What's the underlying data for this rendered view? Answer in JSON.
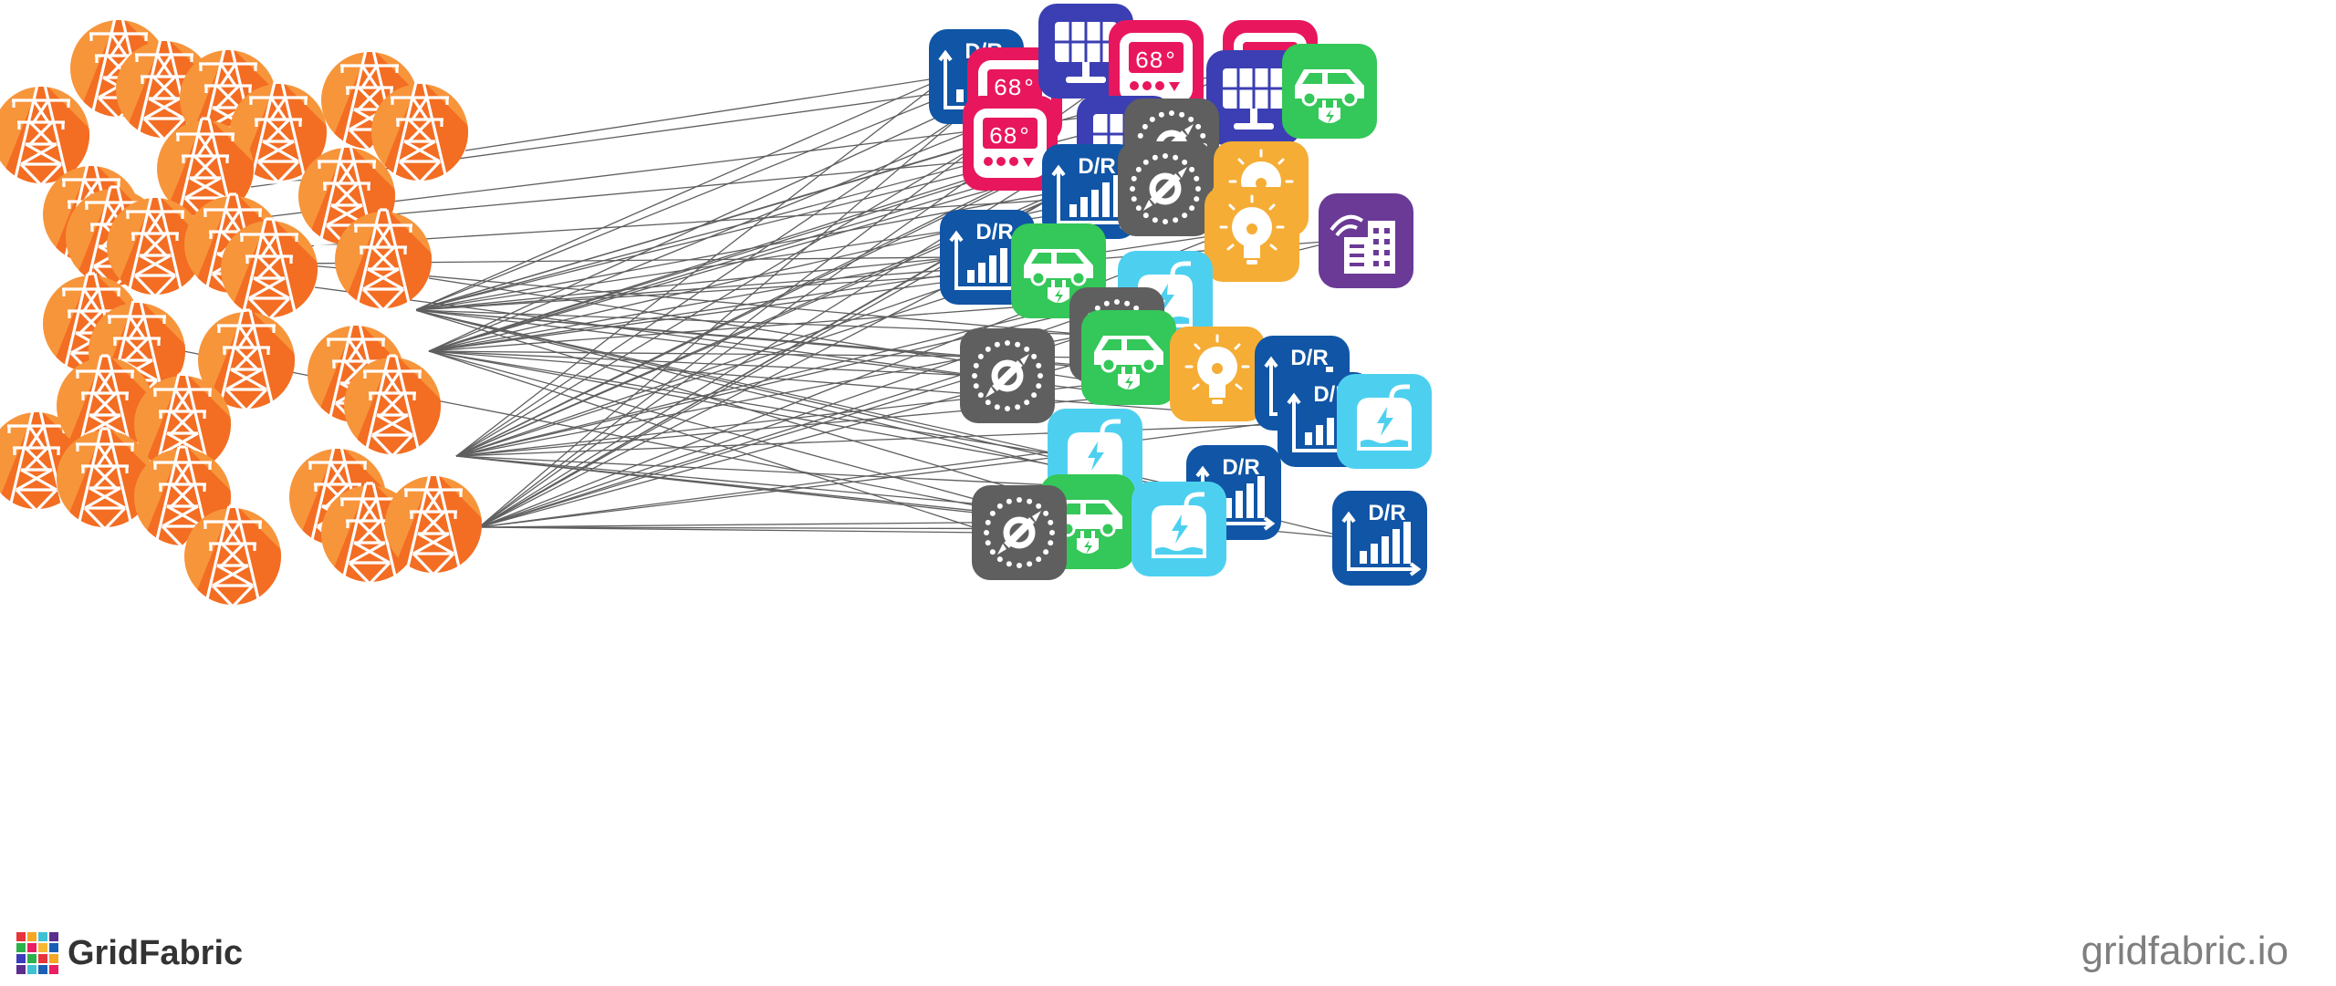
{
  "brand": {
    "name": "GridFabric",
    "logo_colors": [
      "#e6343a",
      "#f5a623",
      "#3ec1d3",
      "#5b2d8e",
      "#2bb24c",
      "#e91e63",
      "#f7b733",
      "#1a5fb4",
      "#3c3cbc",
      "#2bb24c",
      "#e6343a",
      "#f5a623",
      "#5b2d8e",
      "#3ec1d3",
      "#1a5fb4",
      "#e91e63"
    ]
  },
  "site_url": "gridfabric.io",
  "colors": {
    "tower_orange": "#f26a22",
    "tower_orange_light": "#f7953b",
    "dr_blue": "#1055a6",
    "thermostat_pink": "#e8175d",
    "solar_indigo": "#3b3fb3",
    "ev_green": "#34c759",
    "meter_gray": "#5f5f5f",
    "bulb_yellow": "#f5ad35",
    "storage_cyan": "#4dd0f0",
    "building_purple": "#6a3a96",
    "wire_gray": "#444444"
  },
  "icons": {
    "tower": "transmission-tower-icon",
    "dr": "demand-response-chart-icon",
    "thermostat": "thermostat-icon",
    "solar": "solar-panel-icon",
    "ev": "ev-charger-icon",
    "meter": "smart-meter-icon",
    "bulb": "light-bulb-icon",
    "storage": "battery-storage-icon",
    "building": "smart-building-icon"
  },
  "labels": {
    "dr_text": "D/R",
    "thermostat_reading": "68°"
  }
}
